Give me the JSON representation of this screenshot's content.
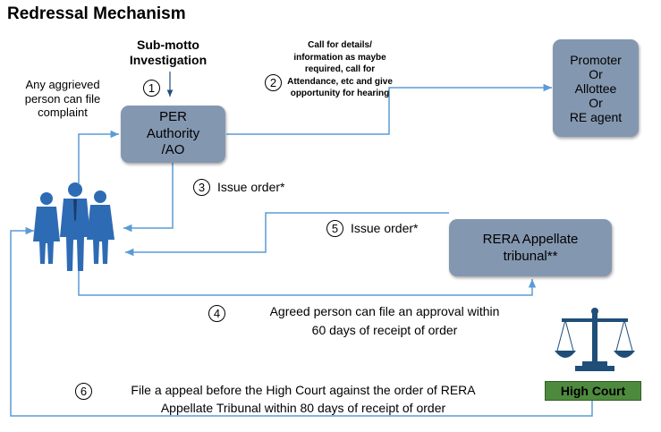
{
  "title": "Redressal Mechanism",
  "sub_motto": {
    "line1": "Sub-motto",
    "line2": "Investigation"
  },
  "complainant_note": "Any aggrieved person can file complaint",
  "call_note": "Call for details/ information as maybe required, call for Attendance, etc and give opportunity for hearing",
  "per_authority": "PER Authority /AO",
  "promoter_box": {
    "line1": "Promoter",
    "line2": "Or",
    "line3": "Allottee",
    "line4": "Or",
    "line5": "RE agent"
  },
  "appellate_box": "RERA Appellate tribunal**",
  "high_court": "High Court",
  "steps": [
    {
      "num": "1"
    },
    {
      "num": "2"
    },
    {
      "num": "3",
      "text": "Issue order*"
    },
    {
      "num": "4",
      "text1": "Agreed person can file an approval  within",
      "text2": "60 days of receipt of order"
    },
    {
      "num": "5",
      "text": "Issue order*"
    },
    {
      "num": "6",
      "text1": "File a appeal before the High Court against the order  of RERA",
      "text2": "Appellate Tribunal within 80 days of receipt of order"
    }
  ],
  "icons": {
    "people": "people-group-icon",
    "scales": "scales-of-justice-icon"
  },
  "colors": {
    "box": "#8497b0",
    "line": "#5b9bd5",
    "high_court": "#4e8a3e"
  }
}
